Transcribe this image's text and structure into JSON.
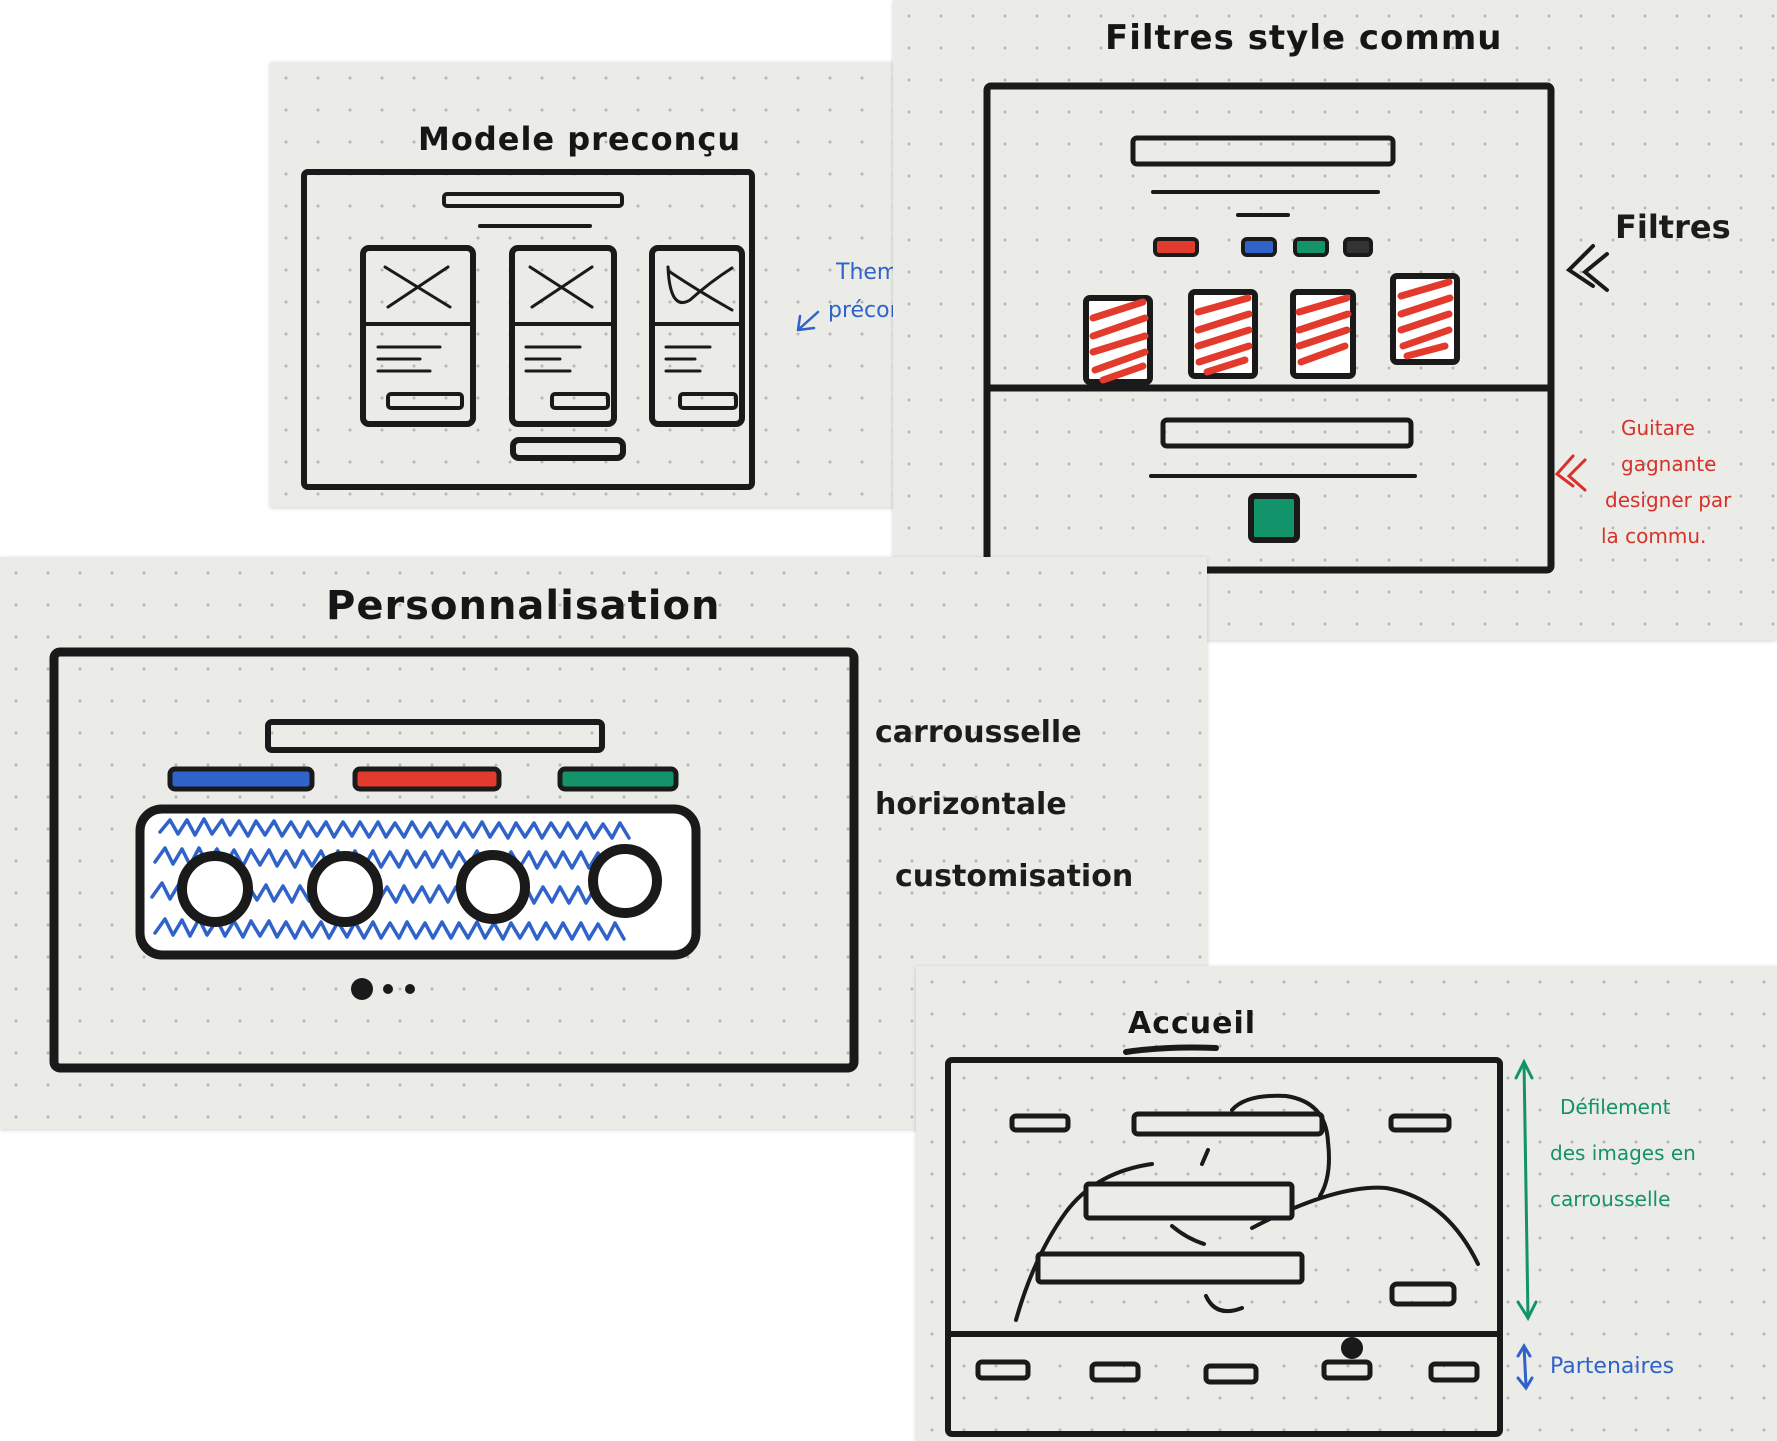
{
  "colors": {
    "ink": "#1a1a1a",
    "marker_blue": "#2f63c9",
    "marker_red": "#e23a2c",
    "marker_green": "#13936a",
    "board": "#ebebe7"
  },
  "sketch_modele": {
    "title": "Modele preconçu",
    "annotation_line1": "Theme",
    "annotation_line2": "préconçu",
    "annotation_icon": "arrow-left-icon"
  },
  "sketch_filtres": {
    "title": "Filtres style commu",
    "annotation_filtres": "Filtres",
    "annotation_filtres_icon": "double-chevron-left-icon",
    "annotation_guitare_line1": "Guitare",
    "annotation_guitare_line2": "gagnante",
    "annotation_guitare_line3": "designer par",
    "annotation_guitare_line4": "la commu.",
    "annotation_guitare_icon": "double-chevron-left-icon"
  },
  "sketch_perso": {
    "title": "Personnalisation",
    "annotation_line1": "carrousselle",
    "annotation_line2": "horizontale",
    "annotation_line3": "customisation"
  },
  "sketch_accueil": {
    "title": "Accueil",
    "annotation_defilement_line1": "Défilement",
    "annotation_defilement_line2": "des images en",
    "annotation_defilement_line3": "carrousselle",
    "annotation_defilement_icon": "vertical-double-arrow-icon",
    "annotation_partenaires": "Partenaires",
    "annotation_partenaires_icon": "vertical-double-arrow-icon"
  }
}
